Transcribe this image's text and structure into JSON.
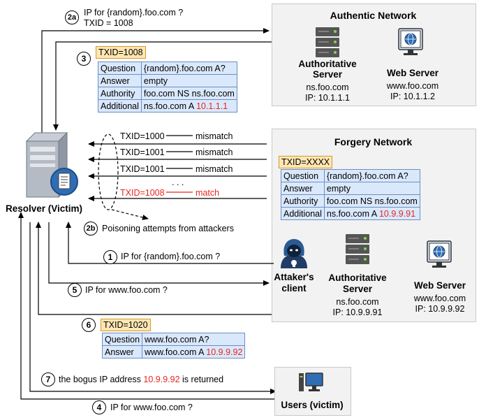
{
  "steps": {
    "s1": {
      "num": "1",
      "text": "IP for {random}.foo.com ?"
    },
    "s2a": {
      "num": "2a",
      "line1": "IP for {random}.foo.com ?",
      "line2": "TXID = 1008"
    },
    "s2b": {
      "num": "2b",
      "text": "Poisoning attempts from attackers"
    },
    "s3": {
      "num": "3"
    },
    "s4": {
      "num": "4",
      "text": "IP for www.foo.com ?"
    },
    "s5": {
      "num": "5",
      "text": "IP for www.foo.com ?"
    },
    "s6": {
      "num": "6"
    },
    "s7": {
      "num": "7",
      "text_before": "the bogus IP address",
      "ip": "10.9.9.92",
      "text_after": "is returned"
    }
  },
  "authentic": {
    "title": "Authentic Network",
    "auth_server": {
      "name_line1": "Authoritative",
      "name_line2": "Server",
      "host": "ns.foo.com",
      "ip": "IP: 10.1.1.1"
    },
    "web_server": {
      "name": "Web Server",
      "host": "www.foo.com",
      "ip": "IP: 10.1.1.2"
    }
  },
  "forgery": {
    "title": "Forgery Network",
    "auth_server": {
      "name_line1": "Authoritative",
      "name_line2": "Server",
      "host": "ns.foo.com",
      "ip": "IP: 10.9.9.91"
    },
    "web_server": {
      "name": "Web Server",
      "host": "www.foo.com",
      "ip": "IP: 10.9.9.92"
    }
  },
  "resolver": {
    "label": "Resolver (Victim)"
  },
  "attacker": {
    "line1": "Attaker's",
    "line2": "client"
  },
  "users": {
    "label": "Users (victim)"
  },
  "record3": {
    "txid": "TXID=1008",
    "rows": [
      {
        "k": "Question",
        "v": "{random}.foo.com  A?"
      },
      {
        "k": "Answer",
        "v": "empty"
      },
      {
        "k": "Authority",
        "v": "foo.com  NS  ns.foo.com"
      },
      {
        "k": "Additional",
        "v": "ns.foo.com  A ",
        "red": "10.1.1.1"
      }
    ]
  },
  "record_forged": {
    "txid": "TXID=XXXX",
    "rows": [
      {
        "k": "Question",
        "v": "{random}.foo.com  A?"
      },
      {
        "k": "Answer",
        "v": "empty"
      },
      {
        "k": "Authority",
        "v": "foo.com  NS  ns.foo.com"
      },
      {
        "k": "Additional",
        "v": "ns.foo.com  A ",
        "red": "10.9.9.91"
      }
    ]
  },
  "record6": {
    "txid": "TXID=1020",
    "rows": [
      {
        "k": "Question",
        "v": "www.foo.com  A?"
      },
      {
        "k": "Answer",
        "v": "www.foo.com  A ",
        "red": "10.9.9.92"
      }
    ]
  },
  "poison_lines": [
    {
      "txid": "TXID=1000",
      "result": "mismatch"
    },
    {
      "txid": "TXID=1001",
      "result": "mismatch"
    },
    {
      "txid": "TXID=1001",
      "result": "mismatch"
    },
    {
      "txid": "TXID=1008",
      "result": "match"
    }
  ],
  "ellipsis": ". . .",
  "colors": {
    "red": "#e8261f",
    "tag_fill": "#ffe6b3",
    "tag_border": "#d49a28",
    "table_fill": "#dae8fc",
    "table_border": "#6c8ebf",
    "net_fill": "#f2f2f2"
  }
}
